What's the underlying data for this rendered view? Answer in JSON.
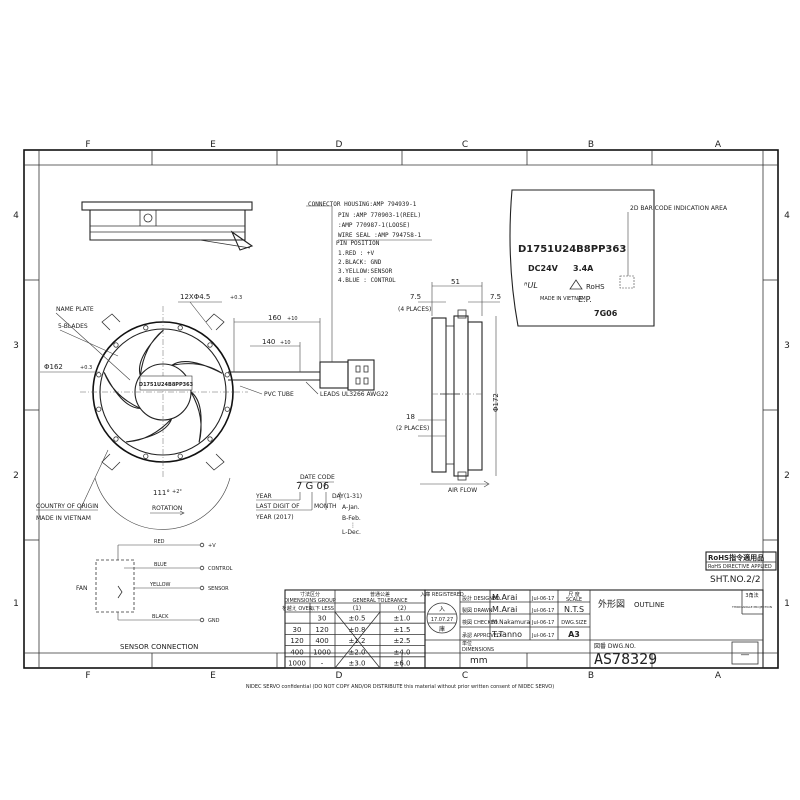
{
  "border": {
    "cols_top": [
      "F",
      "E",
      "D",
      "C",
      "B",
      "A"
    ],
    "cols_bottom": [
      "F",
      "E",
      "D",
      "C",
      "B",
      "A"
    ],
    "rows_left": [
      "4",
      "3",
      "2",
      "1"
    ],
    "rows_right": [
      "4",
      "3",
      "2",
      "1"
    ]
  },
  "connector": {
    "lines": [
      "CONNECTOR HOUSING:AMP 794939-1",
      "PIN        :AMP 770903-1(REEL)",
      "           :AMP 770987-1(LOOSE)",
      "WIRE SEAL  :AMP 794758-1"
    ],
    "pin_title": "PIN POSITION",
    "pins": [
      "1.RED  : +V",
      "2.BLACK: GND",
      "3.YELLOW:SENSOR",
      "4.BLUE : CONTROL"
    ]
  },
  "front": {
    "name_plate": "NAME PLATE",
    "blades": "5-BLADES",
    "holes": "12XΦ4.5",
    "holes_tol": "+0.3",
    "diameter": "Φ162",
    "diameter_tol": "+0.3",
    "label_text": "D1751U24B8PP363",
    "lead_long": "160",
    "lead_long_tol": "+10",
    "lead_short": "140",
    "lead_short_tol": "+10",
    "pvc": "PVC TUBE",
    "leads": "LEADS UL3266 AWG22",
    "angle": "111°",
    "angle_tol": "+2°",
    "rotation": "ROTATION",
    "origin1": "COUNTRY OF ORIGIN",
    "origin2": "MADE IN VIETNAM"
  },
  "date_code": {
    "title": "DATE CODE",
    "code": "7 G 06",
    "year": "YEAR",
    "last_digit1": "LAST DIGIT OF",
    "last_digit2": "YEAR (2017)",
    "month": "MONTH",
    "day": "DAY(1-31)",
    "months": [
      "A-Jan.",
      "B-Feb.",
      "⋮",
      "L-Dec."
    ]
  },
  "label": {
    "area": "2D BAR CODE INDICATION AREA",
    "model": "D1751U24B8PP363",
    "voltage": "DC24V",
    "current": "3.4A",
    "rohs": "RoHS",
    "ep": "E.P.",
    "made": "MADE IN VIETNAM",
    "ul": "ᴿUL",
    "code": "7G06"
  },
  "side": {
    "width": "51",
    "offset_left": "7.5",
    "offset_right": "7.5",
    "places4": "(4 PLACES)",
    "dim18": "18",
    "places2": "(2 PLACES)",
    "height": "Φ172",
    "airflow": "AIR FLOW"
  },
  "sensor": {
    "fan": "FAN",
    "wires": [
      "RED",
      "BLUE",
      "YELLOW",
      "BLACK"
    ],
    "terms": [
      "+V",
      "CONTROL",
      "SENSOR",
      "GND"
    ],
    "title": "SENSOR CONNECTION"
  },
  "rohs_box": {
    "line1": "RoHS指令適用品",
    "line2": "RoHS DIRECTIVE APPLIED",
    "sheet": "SHT.NO.2/2"
  },
  "tolerance": {
    "h1": "寸法区分",
    "h1b": "DIMENSIONS GROUP",
    "h2": "普通公差",
    "h2b": "GENERAL TOLERANCE",
    "sub_over": "を越え OVER",
    "sub_less": "以下 LESS",
    "sub_1": "(1)",
    "sub_2": "(2)",
    "rows": [
      [
        "",
        "30",
        "±0.5",
        "±1.0"
      ],
      [
        "30",
        "120",
        "±0.8",
        "±1.5"
      ],
      [
        "120",
        "400",
        "±1.2",
        "±2.5"
      ],
      [
        "400",
        "1000",
        "±2.0",
        "±4.0"
      ],
      [
        "1000",
        "-",
        "±3.0",
        "±6.0"
      ]
    ]
  },
  "title_block": {
    "registered": "入庫 REGISTERED",
    "stamp_top": "入",
    "stamp_date": "17.07.27",
    "stamp_bottom": "庫",
    "units_jp": "単位",
    "units": "DIMENSIONS",
    "mm": "mm",
    "roles": [
      "設計 DESIGNED",
      "製図 DRAWN",
      "検図 CHECKED",
      "承認 APPROVED"
    ],
    "names": [
      "M.Arai",
      "M.Arai",
      "M.Nakamura",
      "T.Tanno"
    ],
    "dates": [
      "Jul-06-17",
      "Jul-06-17",
      "Jul-06-17",
      "Jul-06-17"
    ],
    "scale_jp": "尺 度",
    "scale_label": "SCALE",
    "scale": "N.T.S",
    "size_label": "DWG.SIZE",
    "size": "A3",
    "title_jp": "外形図",
    "title_en": "OUTLINE",
    "angle_jp": "3角法",
    "angle_en": "THIRD ANGLE PROJECTION",
    "dwg_label": "図番 DWG.NO.",
    "dwg_no": "AS78329",
    "rev": "—"
  },
  "footer": "NIDEC SERVO confidential (DO NOT COPY AND/OR DISTRIBUTE this material without prior written consent of NIDEC SERVO)"
}
